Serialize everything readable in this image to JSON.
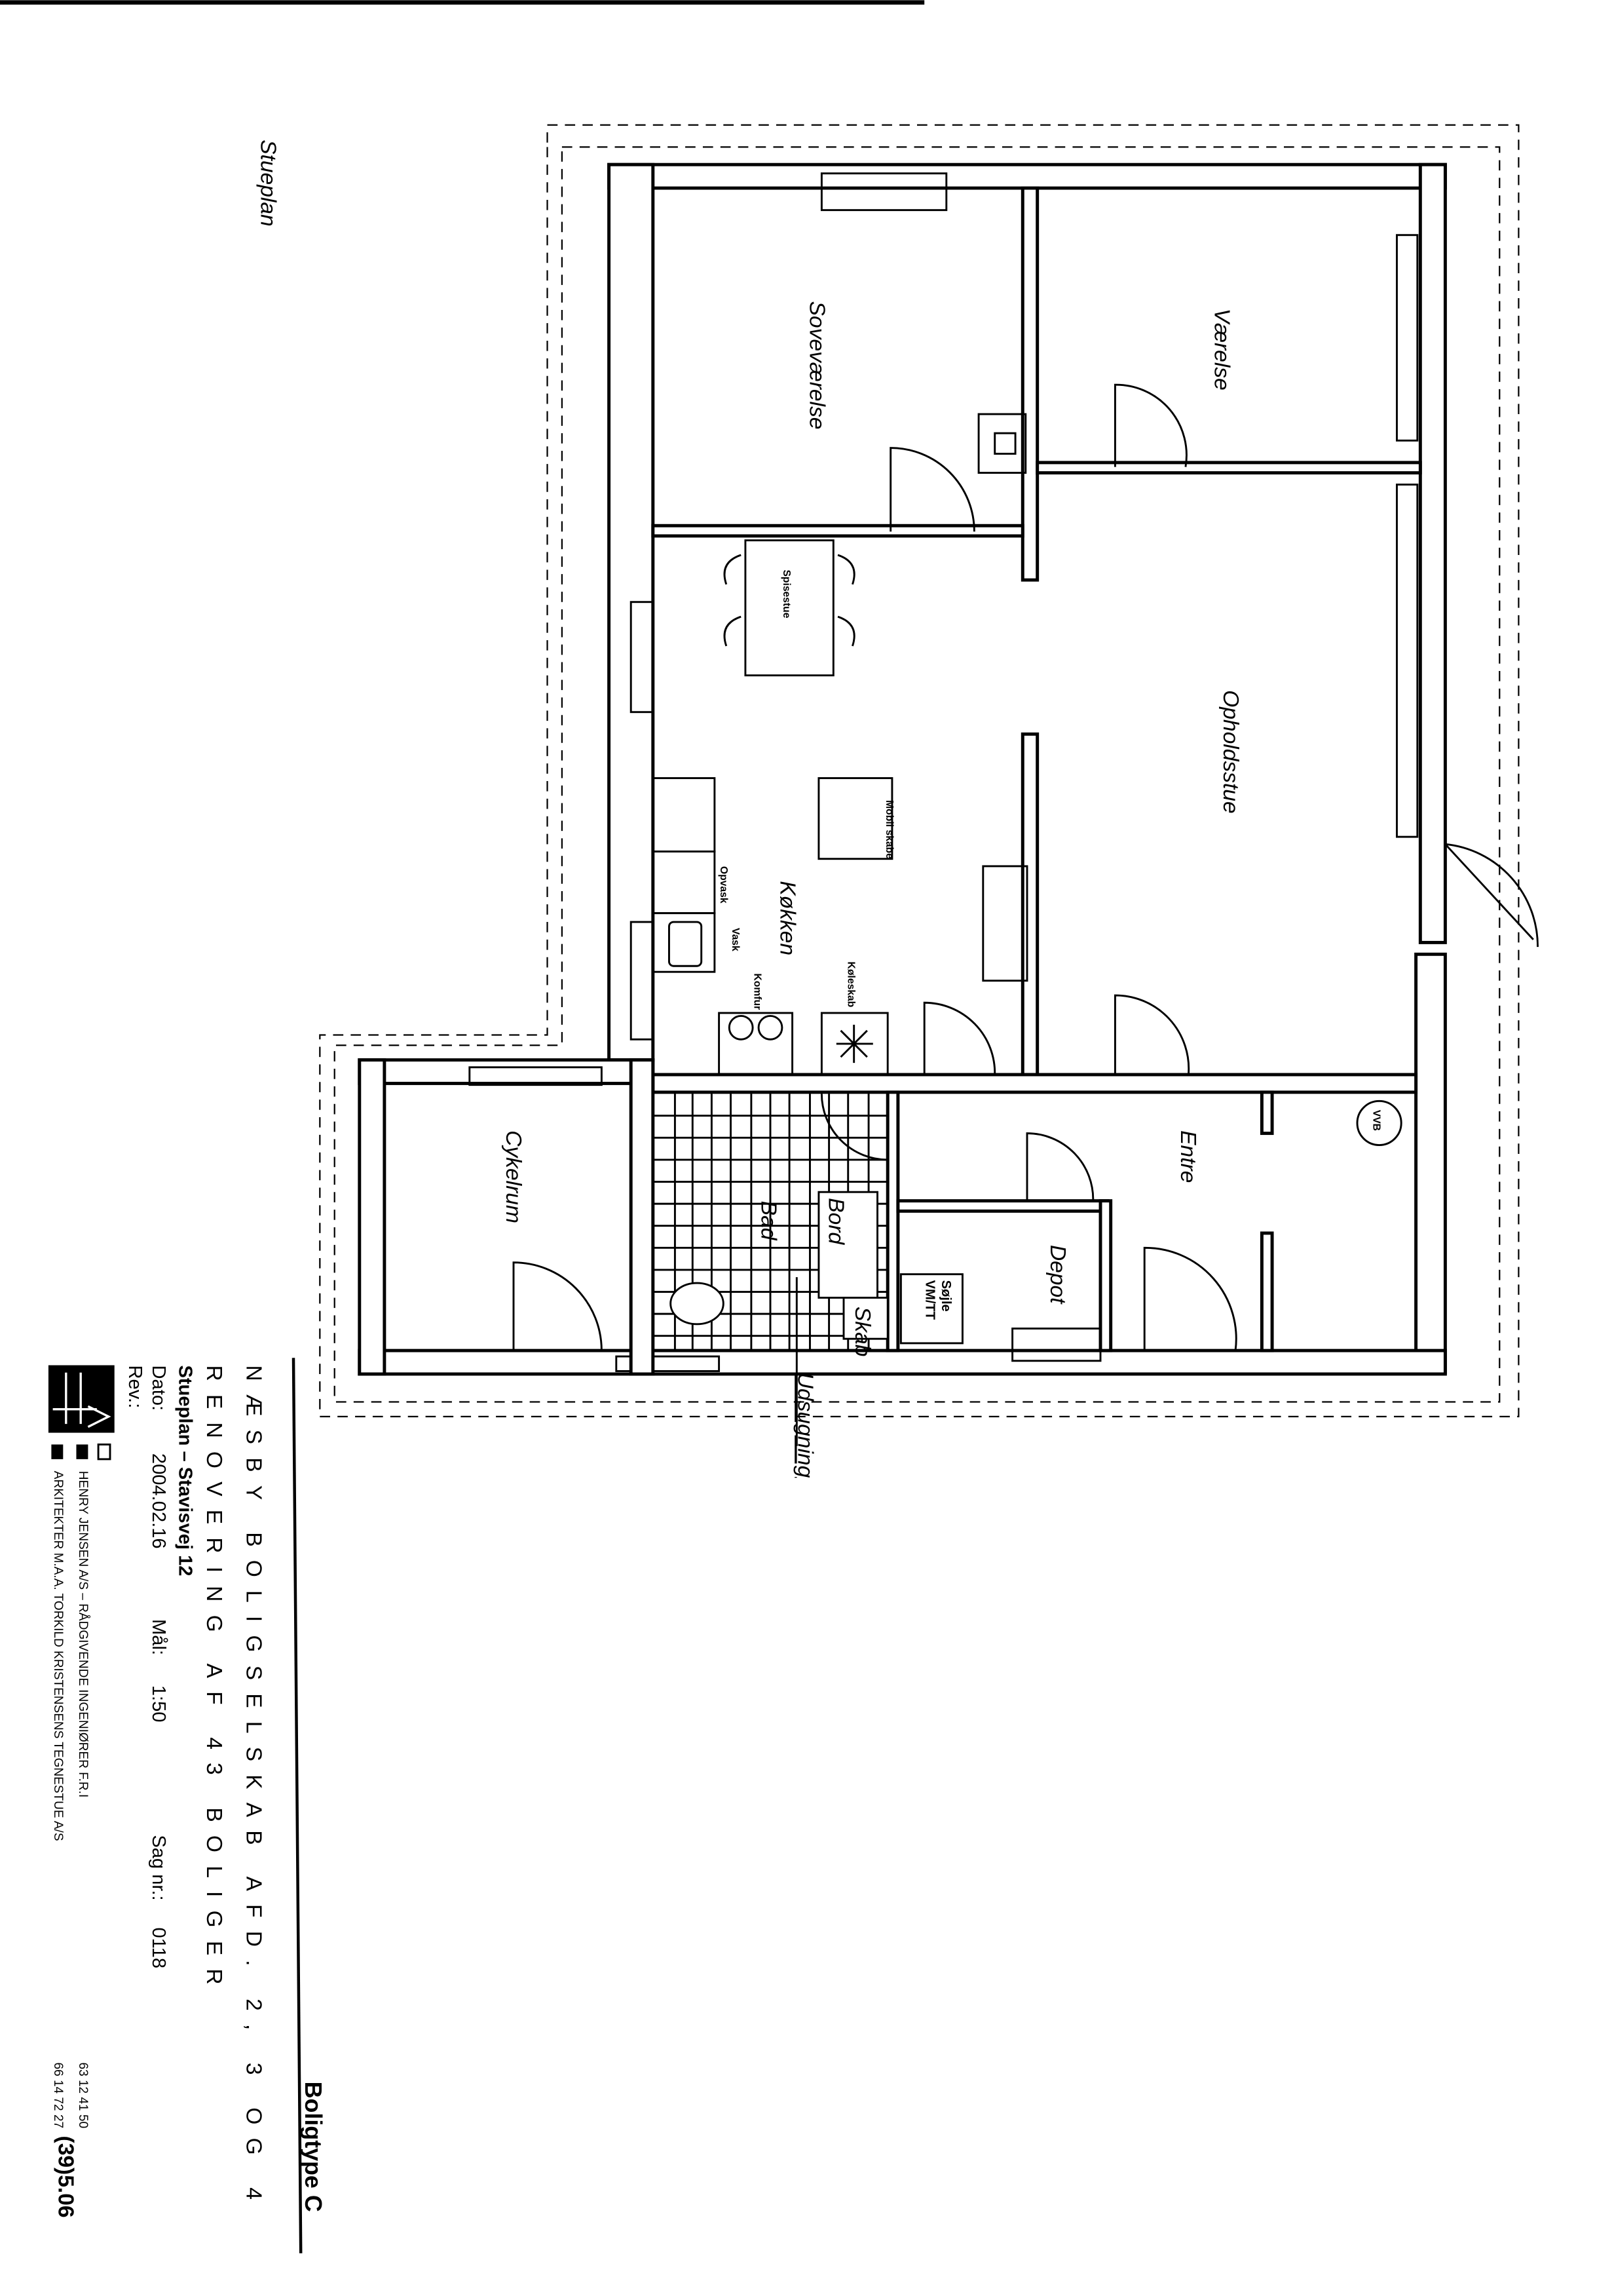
{
  "sheet_label": "Stueplan",
  "rooms": {
    "sovevaerelse": "Soveværelse",
    "vaerelse": "Værelse",
    "spisestue": "Spisestue",
    "opholdsstue": "Opholdsstue",
    "mobil_skabe": "Mobil skabe",
    "kokken": "Køkken",
    "opvask": "Opvask",
    "vask": "Vask",
    "komfur": "Komfur",
    "koleskab": "Køleskab",
    "entre": "Entre",
    "vvb": "VVB",
    "depot": "Depot",
    "bad": "Bad",
    "bord": "Bord",
    "sojle": "Søjle",
    "vm_tt": "VM/TT",
    "skab": "Skab",
    "cykelrum": "Cykelrum",
    "udsugning": "Udsugning"
  },
  "title_block": {
    "type": "Boligtype C",
    "line1": "NÆSBY BOLIGSELSKAB AFD. 2, 3 OG 4",
    "line2": "RENOVERING AF 43 BOLIGER",
    "line3": "Stueplan – Stavisvej 12",
    "dato_label": "Dato:",
    "dato": "2004.02.16",
    "maal_label": "Mål:",
    "maal": "1:50",
    "sag_label": "Sag nr.:",
    "sag": "0118",
    "rev_label": "Rev.:",
    "company1": "HENRY JENSEN A/S – RÅDGIVENDE INGENIØRER F.R.I",
    "phone1": "63 12 41 50",
    "company2": "ARKITEKTER M.A.A. TORKILD KRISTENSENS TEGNESTUE A/S",
    "phone2": "66 14 72 27",
    "drawing_no": "(39)5.06"
  }
}
